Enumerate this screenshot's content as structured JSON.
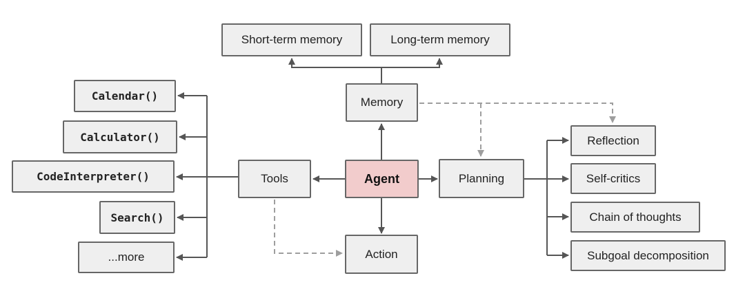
{
  "diagram": {
    "nodes": {
      "agent": {
        "label": "Agent"
      },
      "tools": {
        "label": "Tools"
      },
      "memory": {
        "label": "Memory"
      },
      "planning": {
        "label": "Planning"
      },
      "action": {
        "label": "Action"
      },
      "short_term_memory": {
        "label": "Short-term memory"
      },
      "long_term_memory": {
        "label": "Long-term memory"
      },
      "calendar": {
        "label": "Calendar()"
      },
      "calculator": {
        "label": "Calculator()"
      },
      "code_interpreter": {
        "label": "CodeInterpreter()"
      },
      "search": {
        "label": "Search()"
      },
      "more": {
        "label": "...more"
      },
      "reflection": {
        "label": "Reflection"
      },
      "self_critics": {
        "label": "Self-critics"
      },
      "chain_of_thoughts": {
        "label": "Chain of thoughts"
      },
      "subgoal_decomposition": {
        "label": "Subgoal decomposition"
      }
    },
    "edges": [
      {
        "from": "memory",
        "to": "short_term_memory",
        "style": "solid"
      },
      {
        "from": "memory",
        "to": "long_term_memory",
        "style": "solid"
      },
      {
        "from": "agent",
        "to": "memory",
        "style": "solid"
      },
      {
        "from": "agent",
        "to": "tools",
        "style": "solid"
      },
      {
        "from": "agent",
        "to": "planning",
        "style": "solid"
      },
      {
        "from": "agent",
        "to": "action",
        "style": "solid"
      },
      {
        "from": "tools",
        "to": "calendar",
        "style": "solid"
      },
      {
        "from": "tools",
        "to": "calculator",
        "style": "solid"
      },
      {
        "from": "tools",
        "to": "code_interpreter",
        "style": "solid"
      },
      {
        "from": "tools",
        "to": "search",
        "style": "solid"
      },
      {
        "from": "tools",
        "to": "more",
        "style": "solid"
      },
      {
        "from": "planning",
        "to": "reflection",
        "style": "solid"
      },
      {
        "from": "planning",
        "to": "self_critics",
        "style": "solid"
      },
      {
        "from": "planning",
        "to": "chain_of_thoughts",
        "style": "solid"
      },
      {
        "from": "planning",
        "to": "subgoal_decomposition",
        "style": "solid"
      },
      {
        "from": "memory",
        "to": "planning",
        "style": "dashed"
      },
      {
        "from": "memory",
        "to": "reflection",
        "style": "dashed"
      },
      {
        "from": "tools",
        "to": "action",
        "style": "dashed"
      }
    ],
    "colors": {
      "background": "#ffffff",
      "node_fill": "#efefef",
      "node_border": "#666666",
      "agent_fill": "#f2cccc",
      "solid_connector": "#555555",
      "dashed_connector": "#9e9e9e"
    }
  }
}
